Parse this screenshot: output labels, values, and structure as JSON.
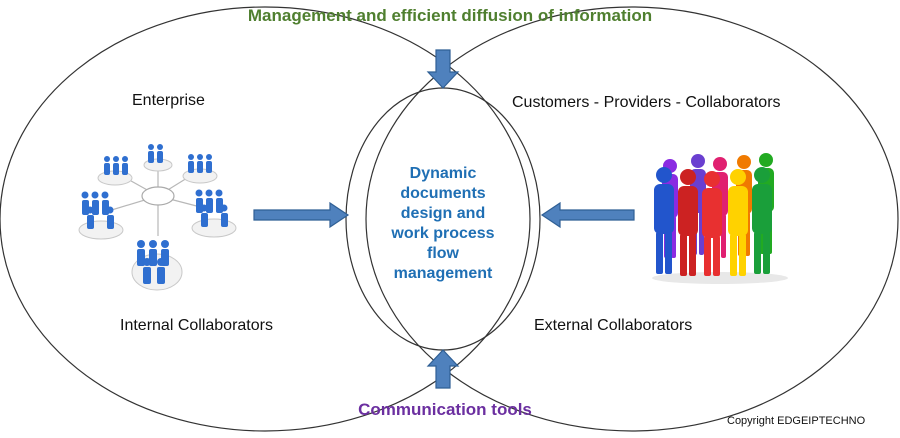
{
  "top_title": "Management and efficient diffusion of information",
  "bottom_title": "Communication tools",
  "left": {
    "header": "Enterprise",
    "footer": "Internal Collaborators"
  },
  "right": {
    "header": "Customers - Providers - Collaborators",
    "footer": "External Collaborators"
  },
  "center": {
    "lines": [
      "Dynamic",
      "documents",
      "design and",
      "work process",
      "flow",
      "management"
    ]
  },
  "copyright": "Copyright EDGEIPTECHNO",
  "colors": {
    "arrow_fill": "#4f81bd",
    "arrow_stroke": "#2f5f95",
    "center_text": "#1f6fb4",
    "top_title": "#4f7f2f",
    "bottom_title": "#6b2fa0",
    "people_colors": [
      "#2255cc",
      "#cc2222",
      "#8a2be2",
      "#ff8c00",
      "#22aa22",
      "#ffd200",
      "#e02070",
      "#1a9f3a",
      "#6a3fd0",
      "#e83030",
      "#f07a00"
    ]
  },
  "icons": [
    "network-of-people-icon",
    "colorful-people-group-icon"
  ]
}
